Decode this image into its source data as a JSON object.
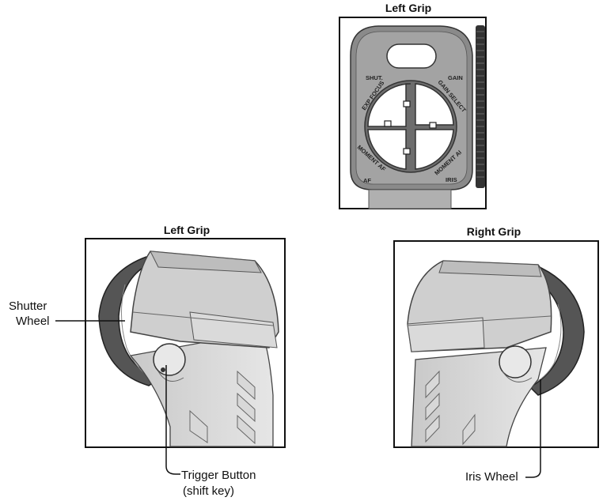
{
  "panels": {
    "top": {
      "title": "Left Grip"
    },
    "left": {
      "title": "Left Grip"
    },
    "right": {
      "title": "Right Grip"
    }
  },
  "top_panel_labels": {
    "shut": "SHUT.",
    "exp_focus": "EXP FOCUS",
    "gain": "GAIN",
    "gain_select": "GAIN SELECT",
    "moment_af": "MOMENT AF",
    "af": "AF",
    "moment_ai": "MOMENT AI",
    "iris": "IRIS"
  },
  "callouts": {
    "shutter_line1": "Shutter",
    "shutter_line2": "Wheel",
    "trigger_line1": "Trigger Button",
    "trigger_line2": "(shift key)",
    "iris_wheel": "Iris Wheel"
  }
}
